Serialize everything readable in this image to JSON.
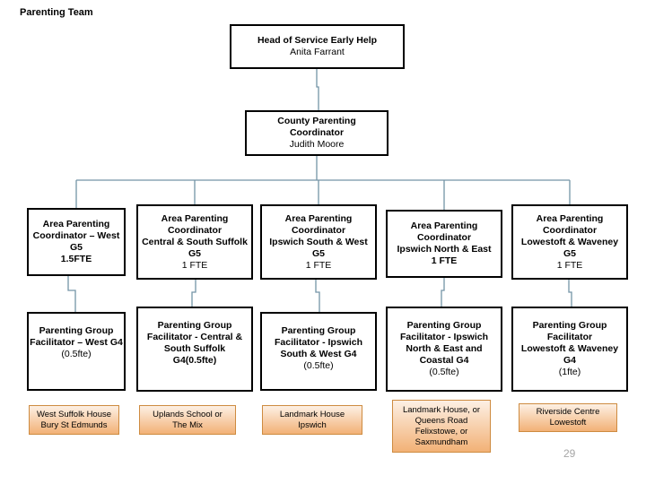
{
  "slide": {
    "title": "Parenting Team",
    "page_number": "29"
  },
  "org": {
    "head": {
      "title": "Head of Service Early Help",
      "name": "Anita Farrant"
    },
    "county": {
      "title": "County Parenting\nCoordinator",
      "name": "Judith Moore"
    },
    "columns": [
      {
        "coordinator": {
          "title": "Area Parenting\nCoordinator – West G5",
          "fte": "1.5FTE"
        },
        "facilitator": {
          "title": "Parenting Group\nFacilitator – West G4",
          "fte": "(0.5fte)"
        },
        "location": "West Suffolk House\nBury St Edmunds"
      },
      {
        "coordinator": {
          "title": "Area Parenting\nCoordinator\nCentral & South Suffolk\nG5",
          "fte": "1 FTE"
        },
        "facilitator": {
          "title": "Parenting Group\nFacilitator - Central &\nSouth Suffolk\nG4(0.5fte)",
          "fte": ""
        },
        "location": "Uplands School or\nThe Mix"
      },
      {
        "coordinator": {
          "title": "Area Parenting\nCoordinator\nIpswich South & West\nG5",
          "fte": "1 FTE"
        },
        "facilitator": {
          "title": "Parenting Group\nFacilitator - Ipswich\nSouth & West G4",
          "fte": "(0.5fte)"
        },
        "location": "Landmark House\nIpswich"
      },
      {
        "coordinator": {
          "title": "Area Parenting\nCoordinator\nIpswich North & East",
          "fte": "1 FTE"
        },
        "facilitator": {
          "title": "Parenting Group\nFacilitator - Ipswich\nNorth & East and\nCoastal G4",
          "fte": "(0.5fte)"
        },
        "location": "Landmark House, or\nQueens Road\nFelixstowe, or\nSaxmundham"
      },
      {
        "coordinator": {
          "title": "Area Parenting\nCoordinator\nLowestoft & Waveney\nG5",
          "fte": "1 FTE"
        },
        "facilitator": {
          "title": "Parenting Group\nFacilitator\nLowestoft & Waveney\nG4",
          "fte": "(1fte)"
        },
        "location": "Riverside Centre\nLowestoft"
      }
    ]
  },
  "colors": {
    "connector": "#7494a6",
    "box_border": "#000000",
    "location_border": "#ce8b40",
    "location_fill_top": "#fdf0e4",
    "location_fill_bottom": "#f2b176",
    "page_number_color": "#a6a6a6"
  }
}
